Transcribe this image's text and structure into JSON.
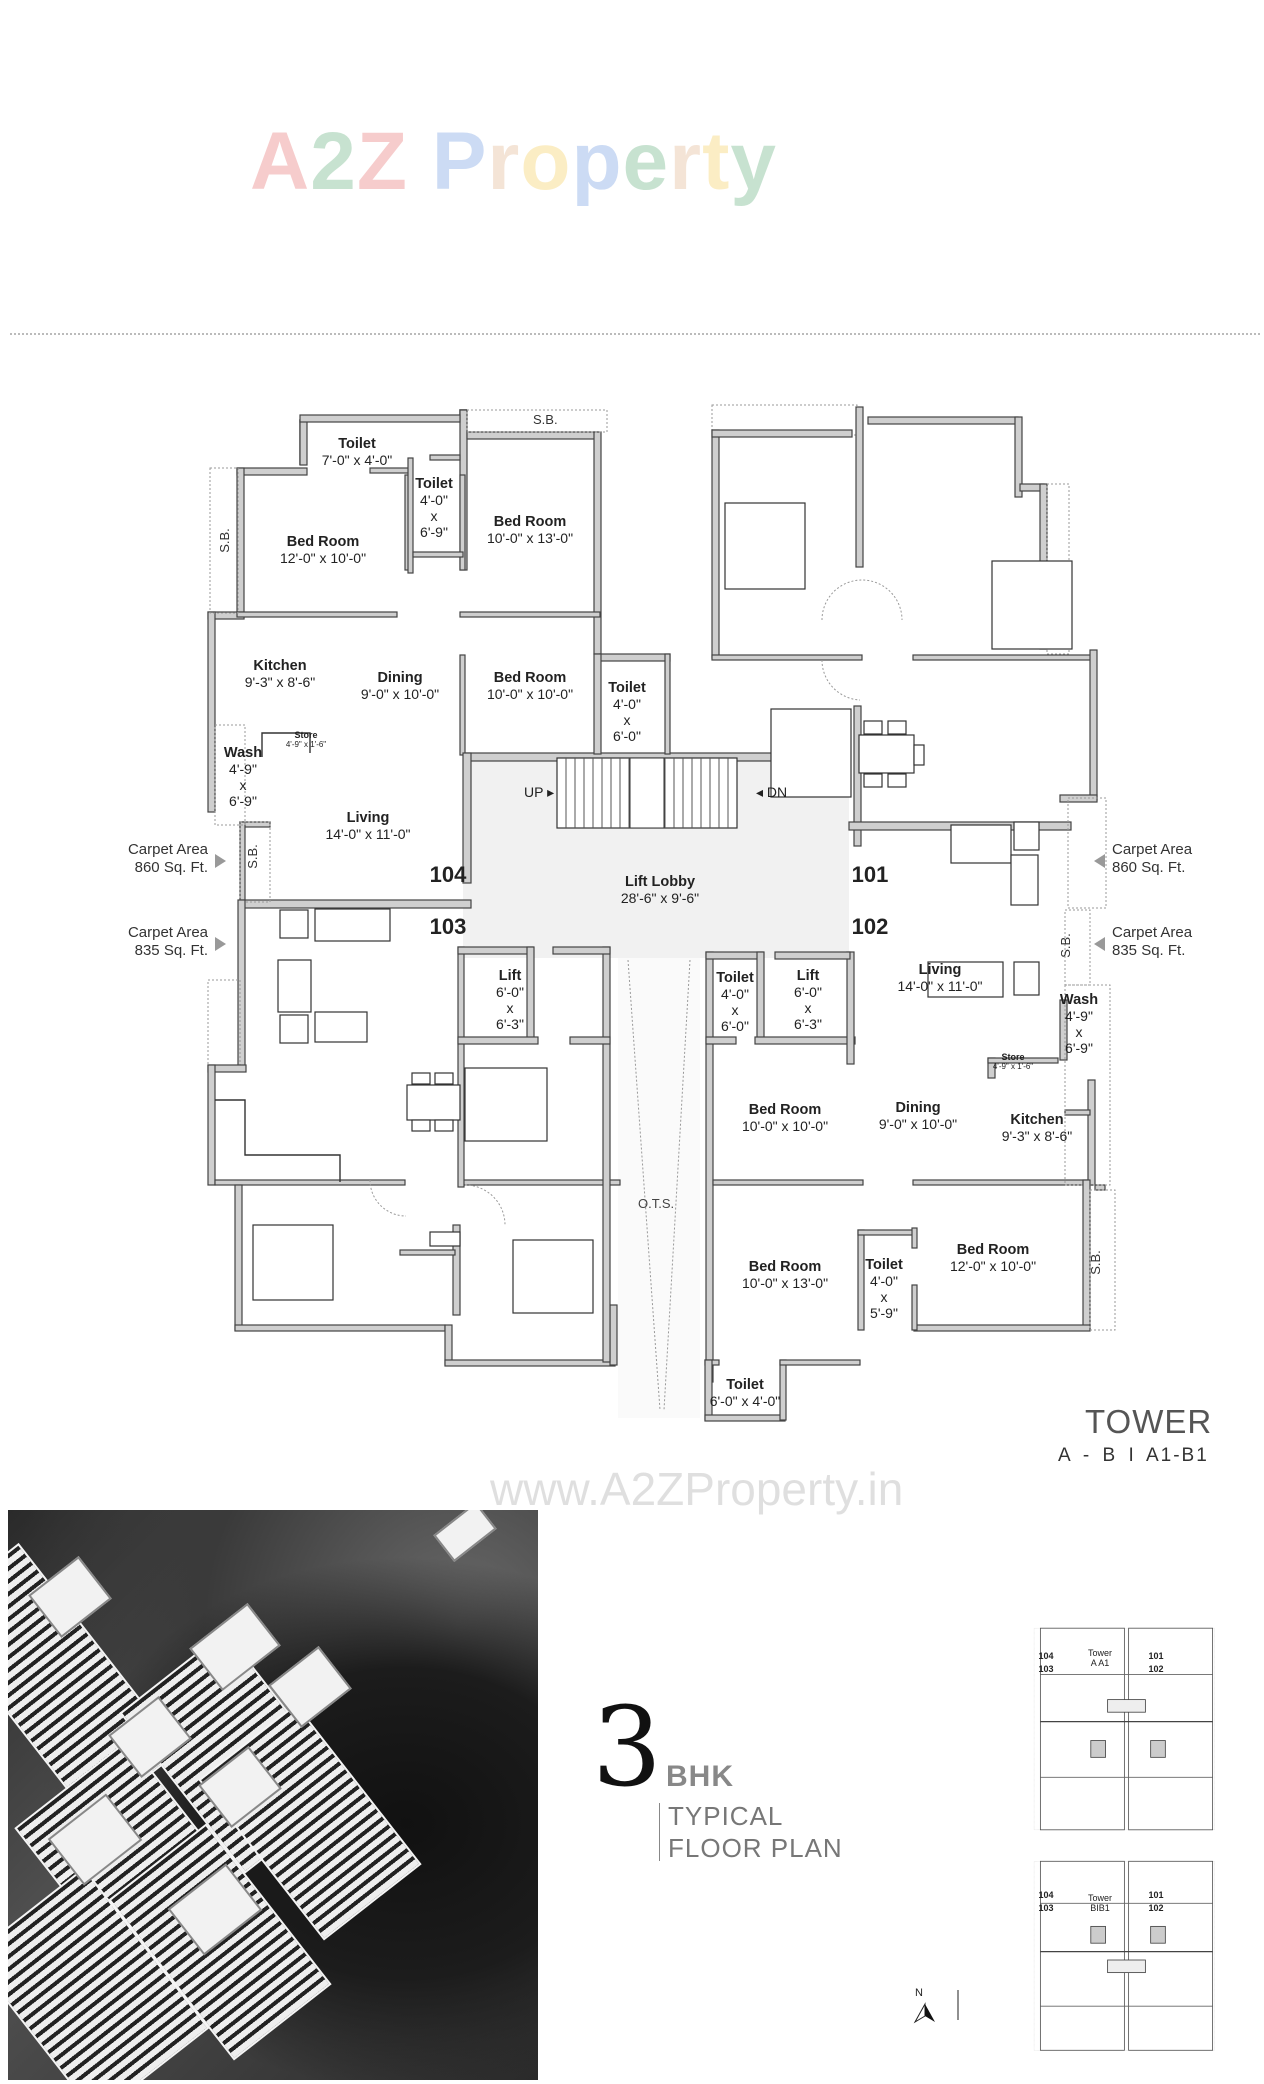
{
  "header": {
    "logo": {
      "letters": [
        {
          "ch": "A",
          "color": "#e24a4a"
        },
        {
          "ch": "2",
          "color": "#3a9a5a"
        },
        {
          "ch": "Z",
          "color": "#e24a4a"
        },
        {
          "ch": " ",
          "color": "#ffffff"
        },
        {
          "ch": "P",
          "color": "#4a7fd8"
        },
        {
          "ch": "r",
          "color": "#d8a070"
        },
        {
          "ch": "o",
          "color": "#f2c230"
        },
        {
          "ch": "p",
          "color": "#4a7fd8"
        },
        {
          "ch": "e",
          "color": "#3a9a5a"
        },
        {
          "ch": "r",
          "color": "#d8a070"
        },
        {
          "ch": "t",
          "color": "#f2c230"
        },
        {
          "ch": "y",
          "color": "#3a9a5a"
        }
      ],
      "text": "A2Z Property"
    }
  },
  "plan": {
    "units": {
      "u104": {
        "number": "104",
        "carpet_label": "Carpet Area",
        "carpet_value": "860 Sq. Ft.",
        "rooms": [
          {
            "name": "Toilet",
            "dim": "7'-0\" x 4'-0\""
          },
          {
            "name": "Toilet",
            "dim1": "4'-0\"",
            "x": "x",
            "dim2": "6'-9\""
          },
          {
            "name": "Bed Room",
            "dim": "12'-0\" x 10'-0\""
          },
          {
            "name": "Bed Room",
            "dim": "10'-0\" x 13'-0\""
          },
          {
            "name": "Kitchen",
            "dim": "9'-3\" x 8'-6\""
          },
          {
            "name": "Dining",
            "dim": "9'-0\" x 10'-0\""
          },
          {
            "name": "Bed Room",
            "dim": "10'-0\" x 10'-0\""
          },
          {
            "name": "Toilet",
            "dim1": "4'-0\"",
            "x": "x",
            "dim2": "6'-0\""
          },
          {
            "name": "Wash",
            "dim1": "4'-9\"",
            "x": "x",
            "dim2": "6'-9\""
          },
          {
            "name": "Store",
            "dim": "4'-9\" x 1'-6\""
          },
          {
            "name": "Living",
            "dim": "14'-0\" x 11'-0\""
          }
        ]
      },
      "u101": {
        "number": "101",
        "carpet_label": "Carpet Area",
        "carpet_value": "860 Sq. Ft."
      },
      "u103": {
        "number": "103",
        "carpet_label": "Carpet Area",
        "carpet_value": "835 Sq. Ft.",
        "rooms": [
          {
            "name": "Lift",
            "dim1": "6'-0\"",
            "x": "x",
            "dim2": "6'-3\""
          }
        ]
      },
      "u102": {
        "number": "102",
        "carpet_label": "Carpet Area",
        "carpet_value": "835 Sq. Ft.",
        "rooms": [
          {
            "name": "Toilet",
            "dim1": "4'-0\"",
            "x": "x",
            "dim2": "6'-0\""
          },
          {
            "name": "Lift",
            "dim1": "6'-0\"",
            "x": "x",
            "dim2": "6'-3\""
          },
          {
            "name": "Living",
            "dim": "14'-0\" x 11'-0\""
          },
          {
            "name": "Wash",
            "dim1": "4'-9\"",
            "x": "x",
            "dim2": "6'-9\""
          },
          {
            "name": "Store",
            "dim": "4'-9\" x 1'-6\""
          },
          {
            "name": "Bed Room",
            "dim": "10'-0\" x 10'-0\""
          },
          {
            "name": "Dining",
            "dim": "9'-0\" x 10'-0\""
          },
          {
            "name": "Kitchen",
            "dim": "9'-3\" x 8'-6\""
          },
          {
            "name": "Bed Room",
            "dim": "10'-0\" x 13'-0\""
          },
          {
            "name": "Toilet",
            "dim1": "4'-0\"",
            "x": "x",
            "dim2": "5'-9\""
          },
          {
            "name": "Bed Room",
            "dim": "12'-0\" x 10'-0\""
          },
          {
            "name": "Toilet",
            "dim": "6'-0\" x 4'-0\""
          }
        ]
      }
    },
    "lobby": {
      "name": "Lift Lobby",
      "dim": "28'-6\" x 9'-6\""
    },
    "stairs": {
      "up": "UP",
      "down": "DN"
    },
    "ots": "O.T.S.",
    "sb": "S.B."
  },
  "tower": {
    "title": "TOWER",
    "subtitle": "A - B I A1-B1"
  },
  "watermark": "www.A2ZProperty.in",
  "plan_title": {
    "number": "3",
    "bhk": "BHK",
    "line1": "TYPICAL",
    "line2": "FLOOR PLAN"
  },
  "keyplan": {
    "top": {
      "tower": "Tower",
      "name": "A A1",
      "units": [
        "104",
        "103",
        "101",
        "102"
      ]
    },
    "bottom": {
      "tower": "Tower",
      "name": "BIB1",
      "units": [
        "104",
        "103",
        "101",
        "102"
      ]
    },
    "north": "N"
  }
}
